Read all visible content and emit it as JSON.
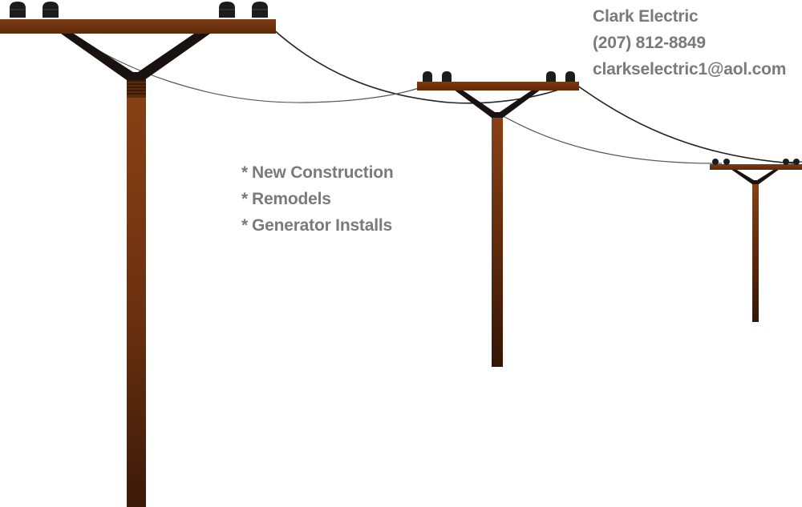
{
  "contact": {
    "company": "Clark Electric",
    "phone": "(207) 812-8849",
    "email": "clarkselectric1@aol.com"
  },
  "services": {
    "bullet": "*",
    "items": [
      {
        "label": "New Construction"
      },
      {
        "label": "Remodels"
      },
      {
        "label": "Generator Installs"
      }
    ]
  },
  "colors": {
    "text": "#7a7a7a",
    "pole_wood": "#7a3a12",
    "pole_wood_dark": "#3e1a06",
    "brace": "#1a1210",
    "insulator": "#1c1c1c",
    "wire": "#222222",
    "background": "#ffffff"
  },
  "illustration": {
    "subject": "utility-poles-with-power-lines",
    "pole_count": 3
  }
}
